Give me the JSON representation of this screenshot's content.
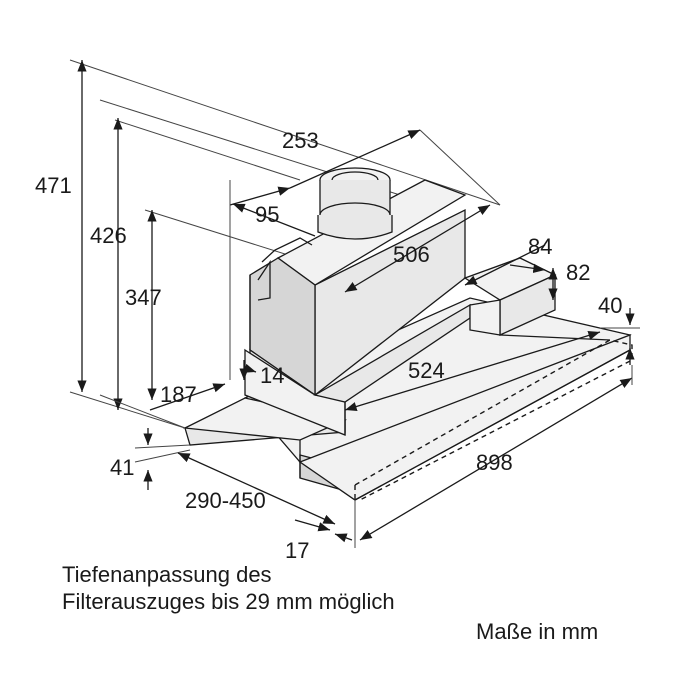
{
  "dimensions": {
    "d253": "253",
    "d95": "95",
    "d506": "506",
    "d471": "471",
    "d426": "426",
    "d347": "347",
    "d84": "84",
    "d82": "82",
    "d40": "40",
    "d14": "14",
    "d524": "524",
    "d187": "187",
    "d41": "41",
    "d898": "898",
    "d290_450": "290-450",
    "d17": "17"
  },
  "notes": {
    "line1": "Tiefenanpassung des",
    "line2": "Filterauszuges bis 29 mm möglich",
    "units": "Maße in mm"
  }
}
